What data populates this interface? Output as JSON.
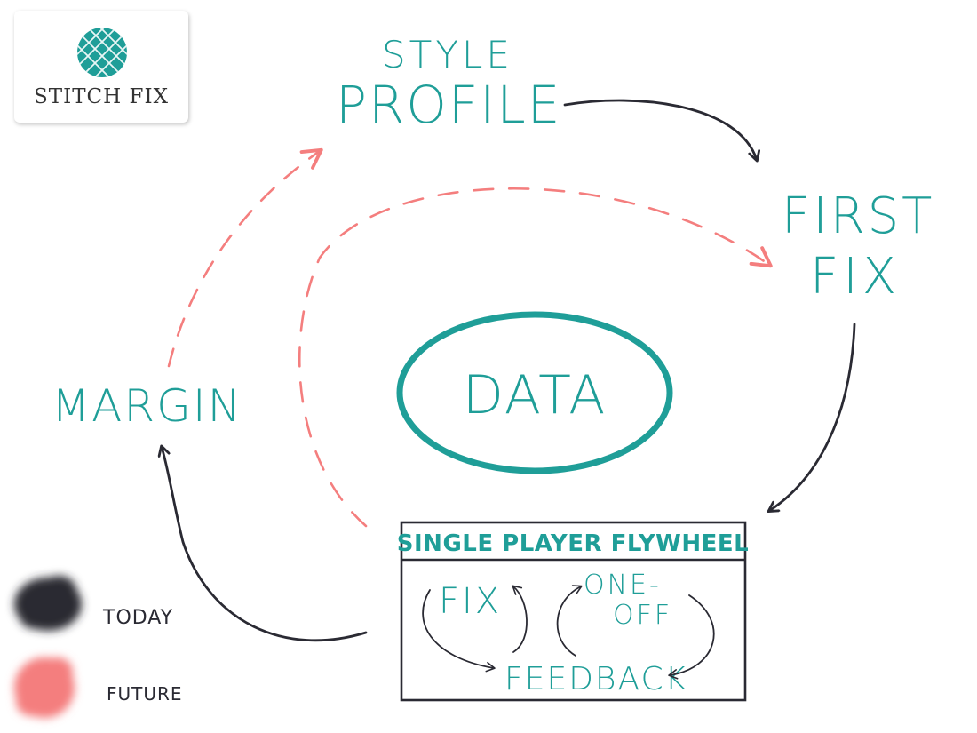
{
  "logo": {
    "name": "STITCH FIX"
  },
  "nodes": {
    "style_profile_top": "STYLE",
    "style_profile_bottom": "PROFILE",
    "first_fix_top": "FIRST",
    "first_fix_bottom": "FIX",
    "margin": "MARGIN",
    "data": "DATA"
  },
  "flywheel": {
    "title": "SINGLE PLAYER FLYWHEEL",
    "fix": "FIX",
    "one_top": "ONE-",
    "one_bottom": "OFF",
    "feedback": "FEEDBACK"
  },
  "legend": {
    "today": "TODAY",
    "future": "FUTURE"
  },
  "colors": {
    "teal": "#1f9e98",
    "today": "#2a2a33",
    "future": "#f47e7e"
  }
}
